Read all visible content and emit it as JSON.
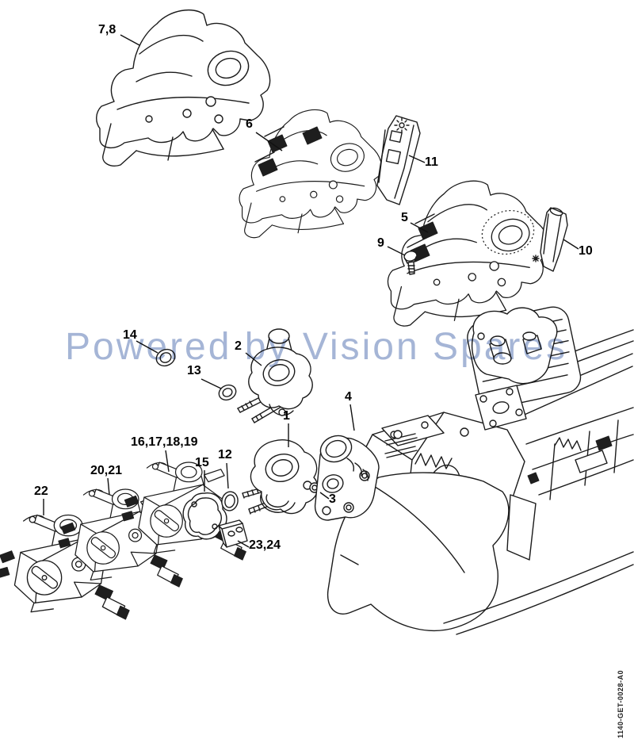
{
  "diagram": {
    "title": "Chainsaw carburetor and shroud exploded parts diagram",
    "watermark": "Powered by Vision Spares",
    "doc_code": "1140-GET-0028-A0",
    "colors": {
      "line": "#1b1b1b",
      "watermark": "#8fa3cc",
      "background": "#ffffff"
    },
    "labels": [
      {
        "id": "7-8",
        "text": "7,8"
      },
      {
        "id": "6",
        "text": "6"
      },
      {
        "id": "11",
        "text": "11"
      },
      {
        "id": "5",
        "text": "5"
      },
      {
        "id": "9",
        "text": "9"
      },
      {
        "id": "10",
        "text": "10"
      },
      {
        "id": "14",
        "text": "14"
      },
      {
        "id": "2",
        "text": "2"
      },
      {
        "id": "13",
        "text": "13"
      },
      {
        "id": "4",
        "text": "4"
      },
      {
        "id": "1",
        "text": "1"
      },
      {
        "id": "16-17-18-19",
        "text": "16,17,18,19"
      },
      {
        "id": "12",
        "text": "12"
      },
      {
        "id": "15",
        "text": "15"
      },
      {
        "id": "20-21",
        "text": "20,21"
      },
      {
        "id": "22",
        "text": "22"
      },
      {
        "id": "3",
        "text": "3"
      },
      {
        "id": "23-24",
        "text": "23,24"
      }
    ]
  }
}
